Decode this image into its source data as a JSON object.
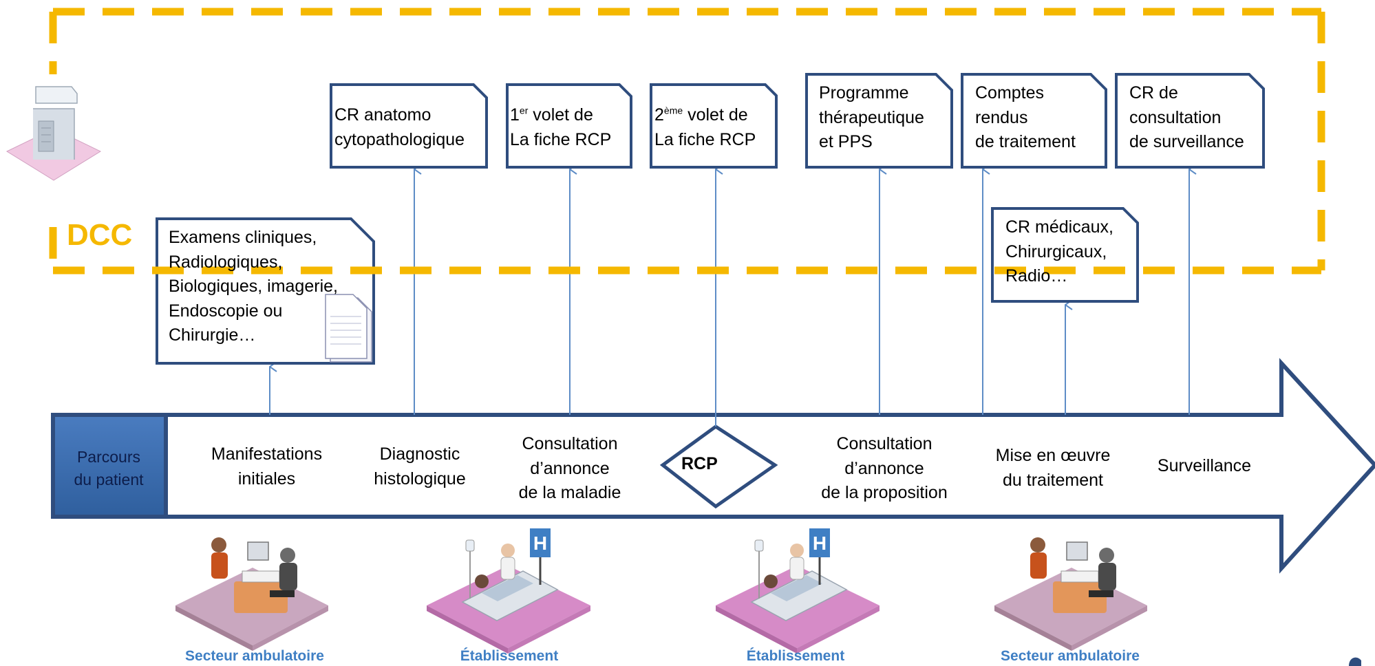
{
  "dcc_label": "DCC",
  "timeline": {
    "start_label": "Parcours\ndu patient",
    "steps": [
      "Manifestations\ninitiales",
      "Diagnostic\nhistologique",
      "Consultation\nd’annonce\nde la maladie",
      "RCP",
      "Consultation\nd’annonce\nde la proposition",
      "Mise en œuvre\ndu traitement",
      "Surveillance"
    ]
  },
  "documents": {
    "examens": "Examens cliniques,\nRadiologiques,\nBiologiques, imagerie,\nEndoscopie ou\nChirurgie…",
    "cr_anatomo": "CR anatomo\ncytopathologique",
    "volet1": {
      "num": "1",
      "sup": "er",
      "line1_rest": " volet de",
      "line2": "La fiche RCP"
    },
    "volet2": {
      "num": "2",
      "sup": "ème",
      "line1_rest": " volet de",
      "line2": "La fiche RCP"
    },
    "programme": "Programme\nthérapeutique\net PPS",
    "comptes_rendus": "Comptes\nrendus\nde traitement",
    "cr_consultation": "CR de\nconsultation\nde surveillance",
    "cr_medicaux": "CR médicaux,\nChirurgicaux,\nRadio…"
  },
  "sectors": [
    "Secteur ambulatoire",
    "Établissement",
    "Établissement",
    "Secteur ambulatoire"
  ],
  "colors": {
    "doc_border": "#2f4d7e",
    "arrow_border": "#2f4d7e",
    "connector": "#5d8cc6",
    "dcc_dash": "#f5b800",
    "start_box_fill": "#4f81bd",
    "sector_text": "#3f7fc4",
    "room_pink": "#d68bc7",
    "room_mauve": "#c9a7bf"
  }
}
